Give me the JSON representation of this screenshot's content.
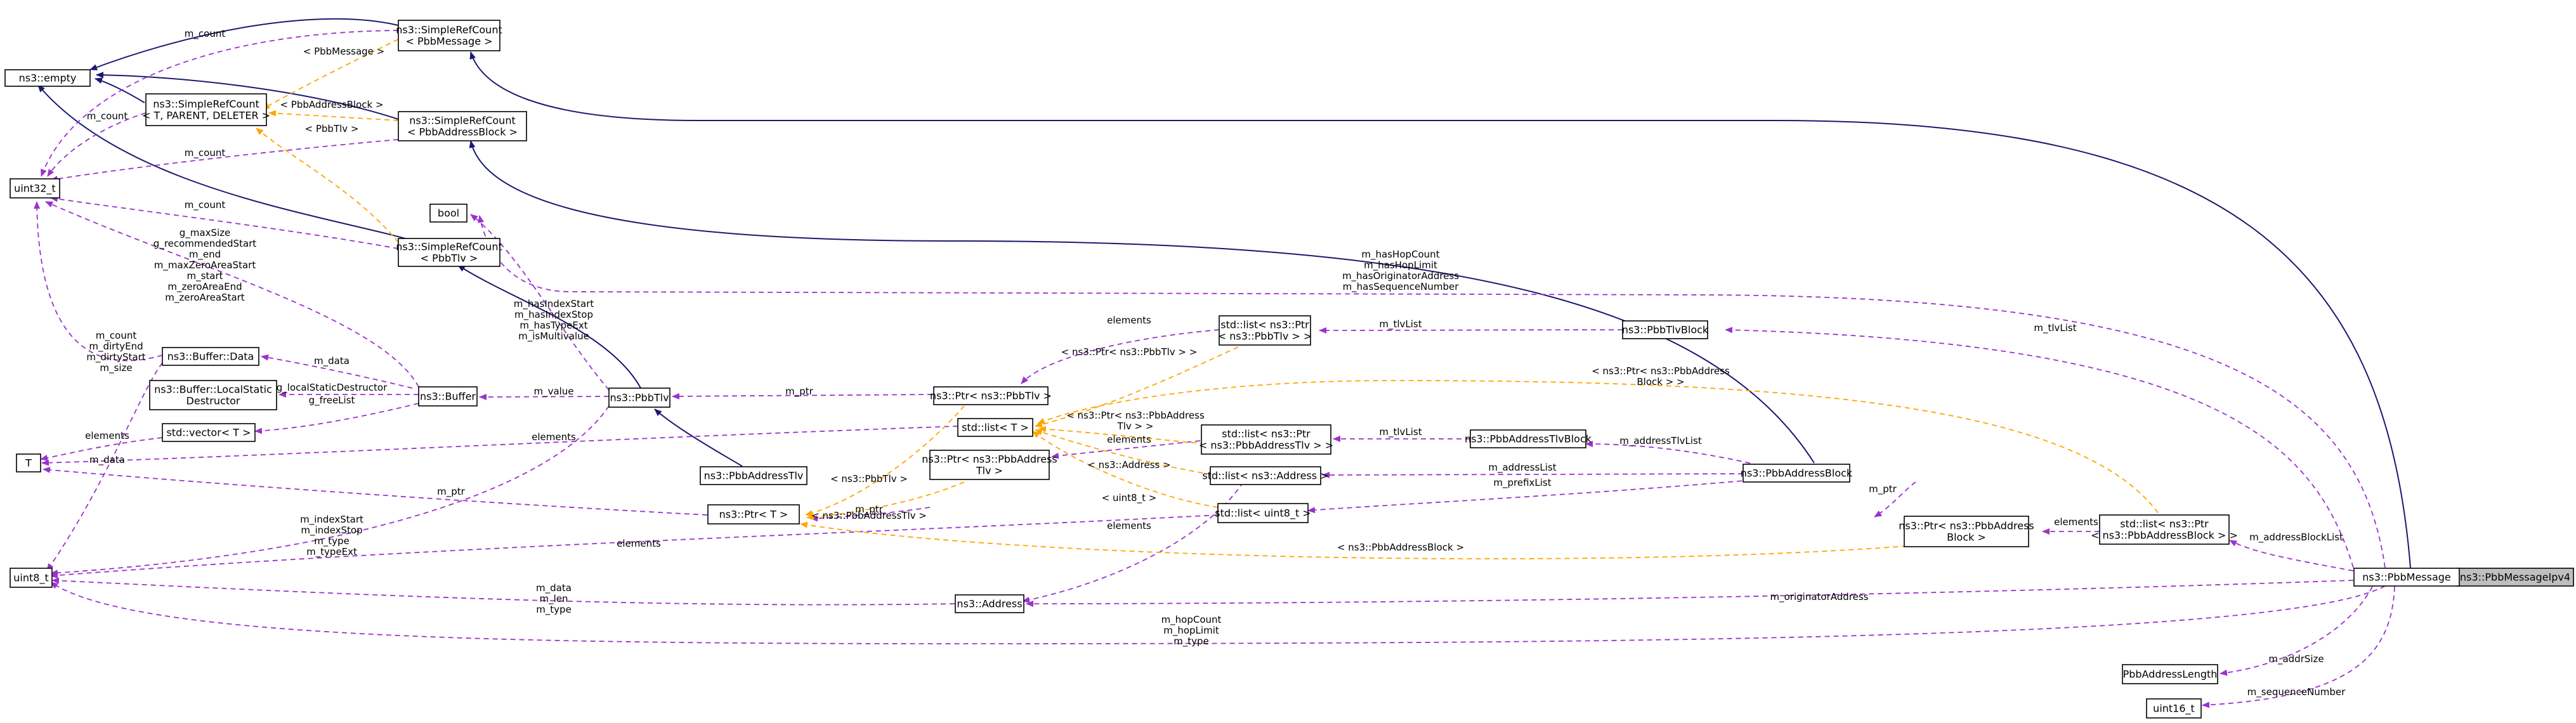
{
  "diagram": {
    "nodes": {
      "pbbmsgipv4": [
        "ns3::PbbMessageIpv4"
      ],
      "pbbmsg": [
        "ns3::PbbMessage"
      ],
      "empty": [
        "ns3::empty"
      ],
      "uint32": [
        "uint32_t"
      ],
      "uint8": [
        "uint8_t"
      ],
      "uint16": [
        "uint16_t"
      ],
      "T": [
        "T"
      ],
      "bool": [
        "bool"
      ],
      "src_t": [
        "ns3::SimpleRefCount",
        "< T, PARENT, DELETER >"
      ],
      "src_msg": [
        "ns3::SimpleRefCount",
        "< PbbMessage >"
      ],
      "src_ab": [
        "ns3::SimpleRefCount",
        "< PbbAddressBlock >"
      ],
      "src_tlv": [
        "ns3::SimpleRefCount",
        "< PbbTlv >"
      ],
      "bufdata": [
        "ns3::Buffer::Data"
      ],
      "buflsd": [
        "ns3::Buffer::LocalStatic",
        "Destructor"
      ],
      "vector": [
        "std::vector< T >"
      ],
      "buffer": [
        "ns3::Buffer"
      ],
      "pbbtlv": [
        "ns3::PbbTlv"
      ],
      "pbbaddrtlv": [
        "ns3::PbbAddressTlv"
      ],
      "ptrT": [
        "ns3::Ptr< T >"
      ],
      "ptrtlv": [
        "ns3::Ptr< ns3::PbbTlv >"
      ],
      "listT": [
        "std::list< T >"
      ],
      "ptraddrtlv": [
        "ns3::Ptr< ns3::PbbAddress",
        "Tlv >"
      ],
      "address": [
        "ns3::Address"
      ],
      "listptrtlv": [
        "std::list< ns3::Ptr",
        "< ns3::PbbTlv > >"
      ],
      "listptraddrtlv": [
        "std::list< ns3::Ptr",
        "< ns3::PbbAddressTlv > >"
      ],
      "listaddr": [
        "std::list< ns3::Address >"
      ],
      "listu8": [
        "std::list< uint8_t >"
      ],
      "tlvblock": [
        "ns3::PbbTlvBlock"
      ],
      "addrtlvblock": [
        "ns3::PbbAddressTlvBlock"
      ],
      "addrblock": [
        "ns3::PbbAddressBlock"
      ],
      "ptraddrblock": [
        "ns3::Ptr< ns3::PbbAddress",
        "Block >"
      ],
      "listptrab": [
        "std::list< ns3::Ptr",
        "< ns3::PbbAddressBlock > >"
      ],
      "addrlen": [
        "PbbAddressLength"
      ]
    },
    "edges": {
      "e_mc1": [
        "m_count"
      ],
      "e_mc2": [
        "m_count"
      ],
      "e_mc3": [
        "m_count"
      ],
      "e_mc4": [
        "m_count"
      ],
      "e_bufdata_u32": [
        "m_count",
        "m_dirtyEnd",
        "m_dirtyStart",
        "m_size"
      ],
      "e_buffer_u32": [
        "g_maxSize",
        "g_recommendedStart",
        "m_end",
        "m_maxZeroAreaStart",
        "m_start",
        "m_zeroAreaEnd",
        "m_zeroAreaStart"
      ],
      "e_pbbmsgtpl": [
        "< PbbMessage >"
      ],
      "e_abtpl": [
        "< PbbAddressBlock >"
      ],
      "e_tlvtpl": [
        "< PbbTlv >"
      ],
      "e_mdata": [
        "m_data"
      ],
      "e_lsd": [
        "g_localStaticDestructor"
      ],
      "e_freelist": [
        "g_freeList"
      ],
      "e_vec_elements": [
        "elements"
      ],
      "e_mdata_u8": [
        "m_data"
      ],
      "e_mvalue": [
        "m_value"
      ],
      "e_tlv_bool": [
        "m_hasIndexStart",
        "m_hasIndexStop",
        "m_hasTypeExt",
        "m_isMultivalue"
      ],
      "e_tlv_u8": [
        "m_indexStart",
        "m_indexStop",
        "m_type",
        "m_typeExt"
      ],
      "e_mptr1": [
        "m_ptr"
      ],
      "e_mptr2": [
        "m_ptr"
      ],
      "e_mptr3": [
        "m_ptr"
      ],
      "e_mptr4": [
        "m_ptr"
      ],
      "e_listT_T": [
        "elements"
      ],
      "e_elements_tlv": [
        "elements"
      ],
      "e_elements_addrtlv": [
        "elements"
      ],
      "e_elements_u8": [
        "elements"
      ],
      "e_elements_addr": [
        "elements"
      ],
      "e_elements_ab": [
        "elements"
      ],
      "e_tpl_ptrtlv": [
        "< ns3::PbbTlv >"
      ],
      "e_tpl_ptrtlv2": [
        "< ns3::Ptr< ns3::PbbTlv > >"
      ],
      "e_tpl_ptraddrtlv": [
        "< ns3::PbbAddressTlv >"
      ],
      "e_tpl_ptraddrtlv2": [
        "< ns3::Ptr< ns3::PbbAddress",
        "Tlv > >"
      ],
      "e_tpl_addr": [
        "< ns3::Address >"
      ],
      "e_tpl_u8": [
        "< uint8_t >"
      ],
      "e_tpl_ptrab": [
        "< ns3::PbbAddressBlock >"
      ],
      "e_tpl_ptrab2": [
        "< ns3::Ptr< ns3::PbbAddress",
        "Block > >"
      ],
      "e_addr_u8": [
        "m_data",
        "m_len",
        "m_type"
      ],
      "e_tlvlist1": [
        "m_tlvList"
      ],
      "e_tlvlist2": [
        "m_tlvList"
      ],
      "e_tlvlist3": [
        "m_tlvList"
      ],
      "e_addrtlvlist": [
        "m_addressTlvList"
      ],
      "e_addresslist": [
        "m_addressList"
      ],
      "e_prefixlist": [
        "m_prefixList"
      ],
      "e_abl": [
        "m_addressBlockList"
      ],
      "e_origaddr": [
        "m_originatorAddress"
      ],
      "e_msg_u8": [
        "m_hopCount",
        "m_hopLimit",
        "m_type"
      ],
      "e_msg_bool": [
        "m_hasHopCount",
        "m_hasHopLimit",
        "m_hasOriginatorAddress",
        "m_hasSequenceNumber"
      ],
      "e_addrsize": [
        "m_addrSize"
      ],
      "e_seqnum": [
        "m_sequenceNumber"
      ]
    }
  }
}
